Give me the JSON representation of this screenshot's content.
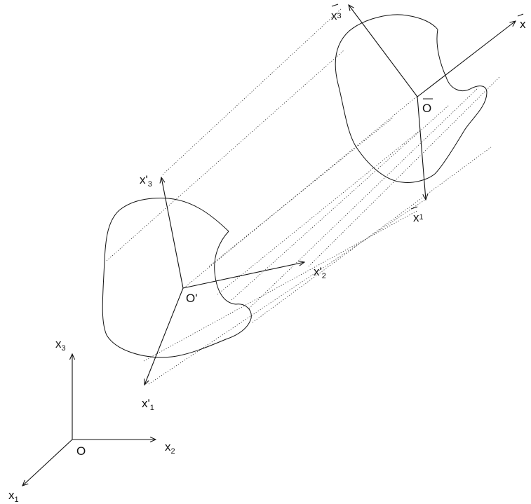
{
  "labels": {
    "fixed": {
      "origin": "O",
      "x1": {
        "base": "x",
        "sub": "1"
      },
      "x2": {
        "base": "x",
        "sub": "2"
      },
      "x3": {
        "base": "x",
        "sub": "3"
      }
    },
    "intermediate": {
      "origin": "O'",
      "x1": {
        "base": "x'",
        "sub": "1"
      },
      "x2": {
        "base": "x'",
        "sub": "2"
      },
      "x3": {
        "base": "x'",
        "sub": "3"
      }
    },
    "body": {
      "origin": "O",
      "x1": {
        "base": "x",
        "sub": "1"
      },
      "x2": {
        "base": "x",
        "sub": ""
      },
      "x3": {
        "base": "x",
        "sub": "3"
      }
    }
  }
}
